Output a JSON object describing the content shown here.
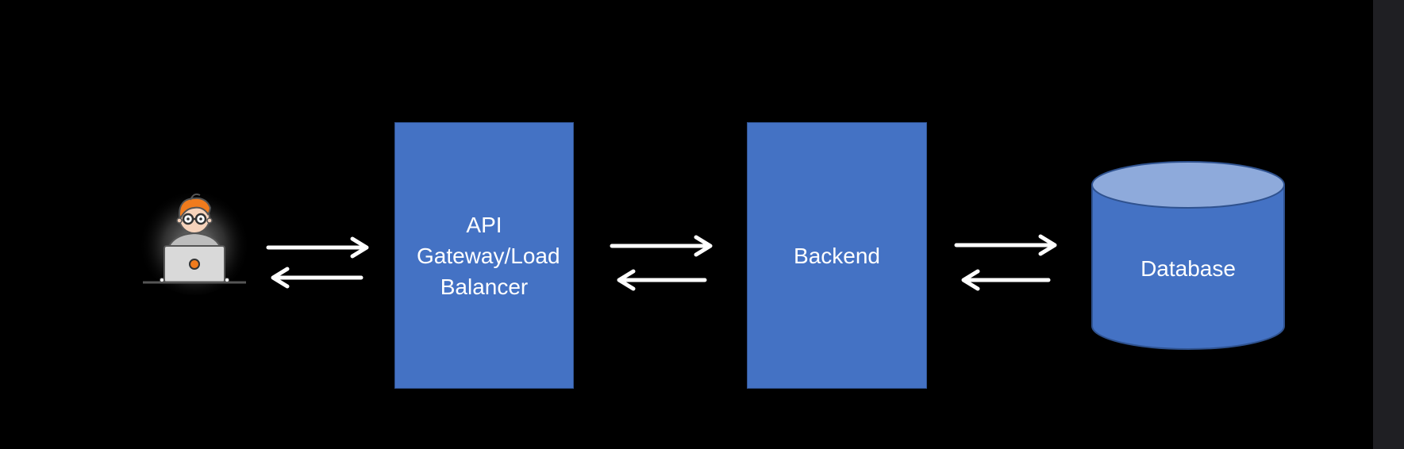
{
  "nodes": {
    "api_gateway": {
      "label": "API Gateway/Load Balancer"
    },
    "backend": {
      "label": "Backend"
    },
    "database": {
      "label": "Database"
    }
  },
  "icons": {
    "user": "developer-at-laptop-icon"
  },
  "colors": {
    "background": "#000000",
    "box_fill": "#4472c4",
    "box_border": "#2f528f",
    "db_top": "#8eaadb",
    "arrow": "#ffffff",
    "text": "#ffffff"
  },
  "connections": [
    {
      "from": "user",
      "to": "api_gateway",
      "bidirectional": true
    },
    {
      "from": "api_gateway",
      "to": "backend",
      "bidirectional": true
    },
    {
      "from": "backend",
      "to": "database",
      "bidirectional": true
    }
  ]
}
